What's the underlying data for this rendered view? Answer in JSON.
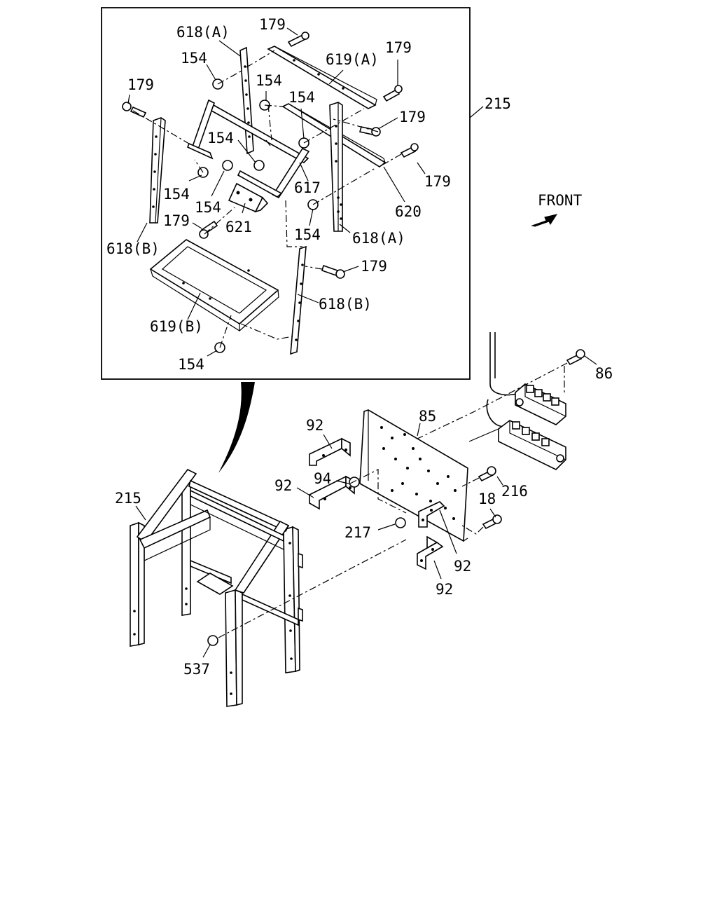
{
  "inset": {
    "labels": {
      "a618_top": "618(A)",
      "b179_top": "179",
      "c154_left": "154",
      "d619a": "619(A)",
      "e179_right1": "179",
      "f179_left": "179",
      "g154_mid": "154",
      "h154_mid2": "154",
      "i179_right2": "179",
      "j154_center": "154",
      "k179_right3": "179",
      "l154_lower_left": "154",
      "m617": "617",
      "n154_lower": "154",
      "o621": "621",
      "p179_lower": "179",
      "q620": "620",
      "r618b_left": "618(B)",
      "s154_right": "154",
      "t618a_bottom": "618(A)",
      "u179_bottom": "179",
      "v618b_right": "618(B)",
      "w619b": "619(B)",
      "x154_bottom": "154"
    },
    "assembly_label": "215"
  },
  "main": {
    "front_label": "FRONT",
    "labels": {
      "p86": "86",
      "p85": "85",
      "p92_top": "92",
      "p92_mid": "92",
      "p94": "94",
      "p216": "216",
      "p18": "18",
      "p217": "217",
      "p92_right": "92",
      "p92_bottom": "92",
      "p215": "215",
      "p537": "537"
    }
  }
}
